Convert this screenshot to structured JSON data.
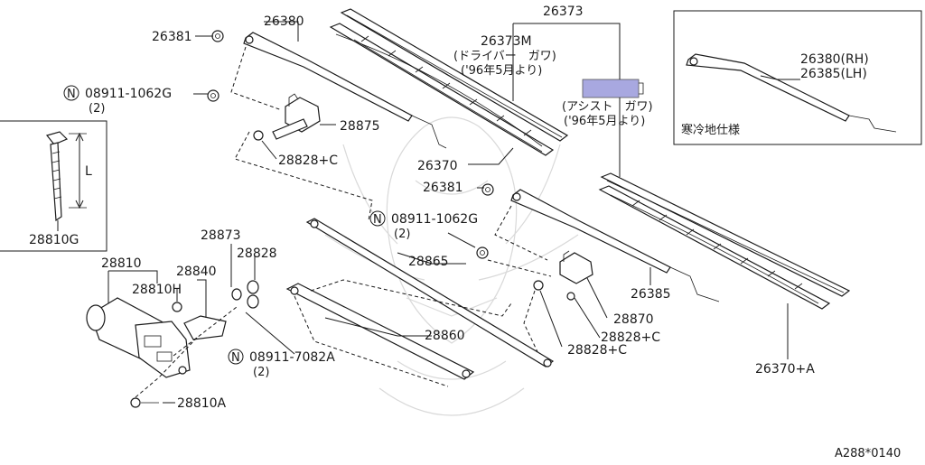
{
  "diagram": {
    "callouts": {
      "p26381_top": "26381",
      "p26380": "26380",
      "p26373": "26373",
      "p26373M": "26373M",
      "driver_side": "(ドライバー　ガワ)",
      "date_top": "('96年5月より)",
      "n_bolt_top": "08911-1062G",
      "qty_top": "(2)",
      "p28875": "28875",
      "assist_side": "(アシスト　ガワ)",
      "date_mid": "('96年5月より)",
      "p28828C_top": "28828+C",
      "p26370": "26370",
      "p26381_mid": "26381",
      "n_bolt_mid": "08911-1062G",
      "qty_mid": "(2)",
      "p28865": "28865",
      "p26385": "26385",
      "p28810": "28810",
      "p28810H": "28810H",
      "p28840": "28840",
      "p28873": "28873",
      "p28828": "28828",
      "p28870": "28870",
      "p28828C_r1": "28828+C",
      "p28828C_r2": "28828+C",
      "p28860": "28860",
      "n_bolt_low": "08911-7082A",
      "qty_low": "(2)",
      "p28810A": "28810A",
      "p26370A": "26370+A",
      "n_symbol": "N"
    },
    "inset_right": {
      "rh": "26380(RH)",
      "lh": "26385(LH)",
      "note": "寒冷地仕様"
    },
    "inset_left": {
      "part": "28810G",
      "dim": "L"
    },
    "ref_code": "A288*0140",
    "highlight_color": "#a8a8e0"
  }
}
